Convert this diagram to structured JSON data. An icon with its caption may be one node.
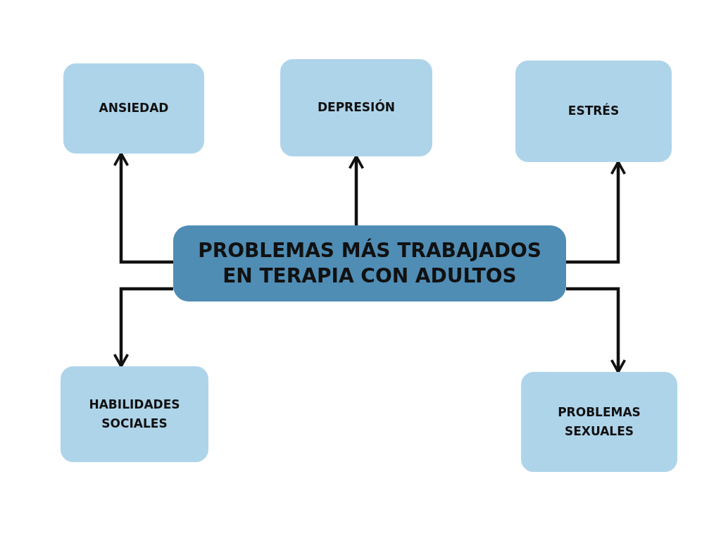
{
  "diagram": {
    "nodes": [
      {
        "text": [
          "ANSIEDAD"
        ]
      },
      {
        "text": [
          "DEPRESIÓN"
        ]
      },
      {
        "text": [
          "ESTRÉS"
        ]
      },
      {
        "text": [
          "PROBLEMAS MÁS TRABAJADOS EN TERAPIA CON ADULTOS"
        ]
      },
      {
        "text": [
          "HABILIDADES SOCIALES"
        ]
      },
      {
        "text": [
          "PROBLEMAS SEXUALES"
        ]
      }
    ],
    "edges": [
      {
        "from": 3,
        "to": 0,
        "arrow": "to"
      },
      {
        "from": 3,
        "to": 1,
        "arrow": "to"
      },
      {
        "from": 3,
        "to": 2,
        "arrow": "to"
      },
      {
        "from": 3,
        "to": 4,
        "arrow": "to"
      },
      {
        "from": 3,
        "to": 5,
        "arrow": "to"
      }
    ]
  }
}
